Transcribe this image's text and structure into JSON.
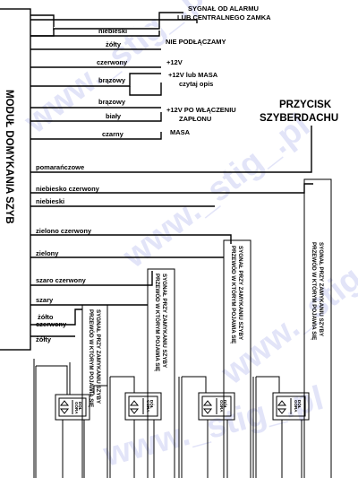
{
  "module": {
    "title": "MODUŁ DOMYKANIA SZYB"
  },
  "button": {
    "line1": "PRZYCISK",
    "line2": "SZYBERDACHU"
  },
  "wires": [
    {
      "label": "niebieski"
    },
    {
      "label": "żółty"
    },
    {
      "label": "czerwony"
    },
    {
      "label": "brązowy"
    },
    {
      "label": "brązowy"
    },
    {
      "label": "biały"
    },
    {
      "label": "czarny"
    },
    {
      "label": "pomarańczowe"
    },
    {
      "label": "niebiesko czerwony"
    },
    {
      "label": "niebieski"
    },
    {
      "label": "zielono czerwony"
    },
    {
      "label": "zielony"
    },
    {
      "label": "szaro czerwony"
    },
    {
      "label": "szary"
    },
    {
      "label": "żółto"
    },
    {
      "label": "czerwony"
    },
    {
      "label": "żółty"
    }
  ],
  "notes": {
    "alarm_line1": "SYGNAŁ OD ALARMU",
    "alarm_line2": "LUB CENTRALNEGO ZAMKA",
    "not_connected": "NIE PODŁĄCZAMY",
    "plus12": "+12V",
    "masa_line1": "+12V lub MASA",
    "masa_line2": "czytaj opis",
    "ignition_line1": "+12V PO WŁĄCZENIU",
    "ignition_line2": "ZAPŁONU",
    "ground": "MASA"
  },
  "signal_note": {
    "line1": "PRZEWÓD W KTÓRYM POJAWIA SIĘ",
    "line2": "SYGNAŁ PRZY ZAMYKANIU SZYBY"
  },
  "switch": {
    "up": "GÓRA",
    "down": "DÓŁ"
  },
  "watermark": "www._stig_.pl"
}
